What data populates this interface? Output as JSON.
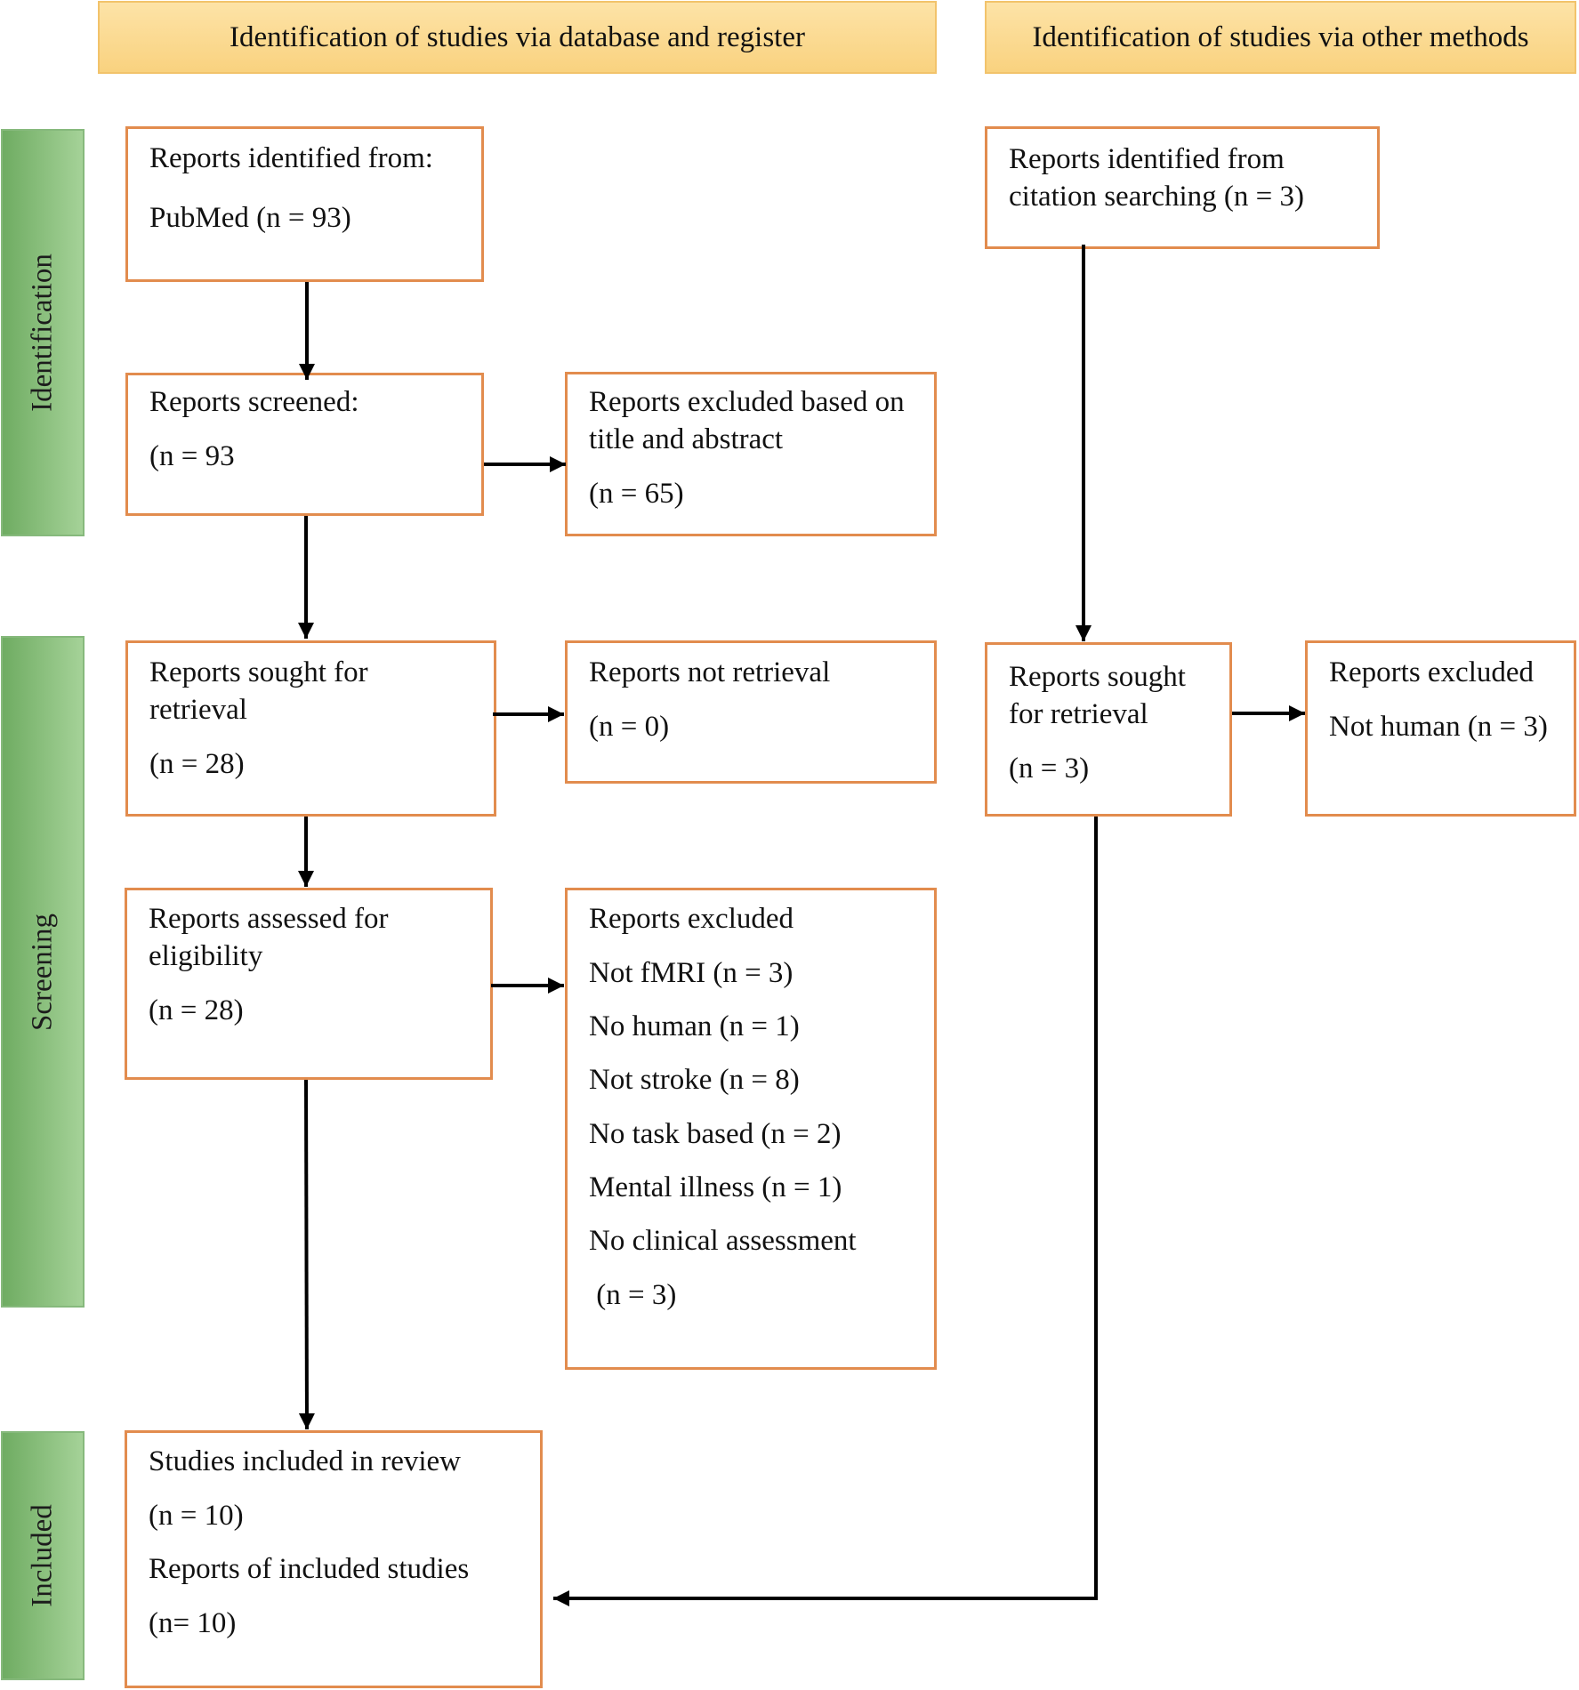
{
  "headers": {
    "database": "Identification of studies via database and register",
    "other": "Identification of studies via other methods"
  },
  "stages": {
    "identification": "Identification",
    "screening": "Screening",
    "included": "Included"
  },
  "boxes": {
    "identified": {
      "lines": [
        "Reports identified from:",
        "PubMed (n = 93)"
      ]
    },
    "screened": {
      "lines": [
        "Reports screened:",
        "(n = 93"
      ]
    },
    "excluded_title": {
      "lines": [
        "Reports excluded based on",
        "title and abstract",
        "(n = 65)"
      ]
    },
    "sought": {
      "lines": [
        "Reports sought for",
        "retrieval",
        "(n = 28)"
      ]
    },
    "not_retrieval": {
      "lines": [
        "Reports not retrieval",
        "(n = 0)"
      ]
    },
    "assessed": {
      "lines": [
        "Reports assessed for",
        "eligibility",
        "(n = 28)"
      ]
    },
    "excluded_reasons": {
      "lines": [
        "Reports excluded",
        "Not fMRI (n = 3)",
        "No human (n = 1)",
        "Not stroke (n = 8)",
        "No task based (n = 2)",
        "Mental illness (n = 1)",
        "No clinical assessment",
        " (n = 3)"
      ]
    },
    "included": {
      "lines": [
        "Studies included in review",
        "(n = 10)",
        "Reports of included studies",
        "(n= 10)"
      ]
    },
    "citation": {
      "lines": [
        "Reports identified from",
        "citation searching (n = 3)"
      ]
    },
    "sought_other": {
      "lines": [
        "Reports sought",
        "for retrieval",
        "(n = 3)"
      ]
    },
    "excluded_other": {
      "lines": [
        "Reports excluded",
        "Not human (n = 3)"
      ]
    }
  },
  "colors": {
    "box_border": "#e28c4e",
    "header_fill": "#f9d27f",
    "stage_fill": "#8fc383",
    "arrow": "#000000"
  }
}
